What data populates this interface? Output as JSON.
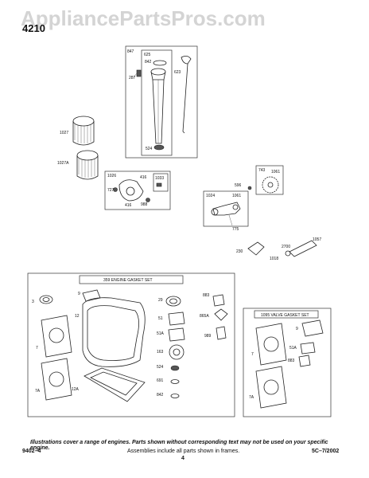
{
  "header": {
    "watermark": "AppliancePartsPros.com",
    "section_code": "4210"
  },
  "callouts": {
    "c847": "847",
    "c625": "625",
    "c842": "842",
    "c287": "287",
    "c623": "623",
    "c524top": "524",
    "c1027": "1027",
    "c1027A": "1027A",
    "c1026": "1026",
    "c1033": "1033",
    "c416a": "416",
    "c727": "727",
    "c416b": "416",
    "c988": "988",
    "c743": "743",
    "c1061a": "1061",
    "c596": "596",
    "c1024": "1024",
    "c1061b": "1061",
    "c775": "775",
    "c1057": "1057",
    "c230": "230",
    "c2700": "2700",
    "c1018": "1018"
  },
  "engine_gasket_set": {
    "title": "359 ENGINE GASKET SET",
    "labels": {
      "g3": "3",
      "g9": "9",
      "g12": "12",
      "g7": "7",
      "g7A": "7A",
      "g12A": "12A",
      "g29": "29",
      "g51": "51",
      "g51A": "51A",
      "g163": "163",
      "g524": "524",
      "g691": "691",
      "g842": "842",
      "g883": "883",
      "g865A": "865A",
      "g989": "989"
    }
  },
  "valve_gasket_set": {
    "title": "1095 VALVE GASKET SET",
    "labels": {
      "v9": "9",
      "v7": "7",
      "v51A": "51A",
      "v883": "883",
      "v7A": "7A"
    }
  },
  "footer": {
    "note": "Illustrations cover a range of engines. Parts shown without corresponding text may not be used on your specific engine.",
    "left": "9402–4",
    "center": "Assemblies include all parts shown in frames.",
    "right": "5C–7/2002",
    "page": "4"
  }
}
